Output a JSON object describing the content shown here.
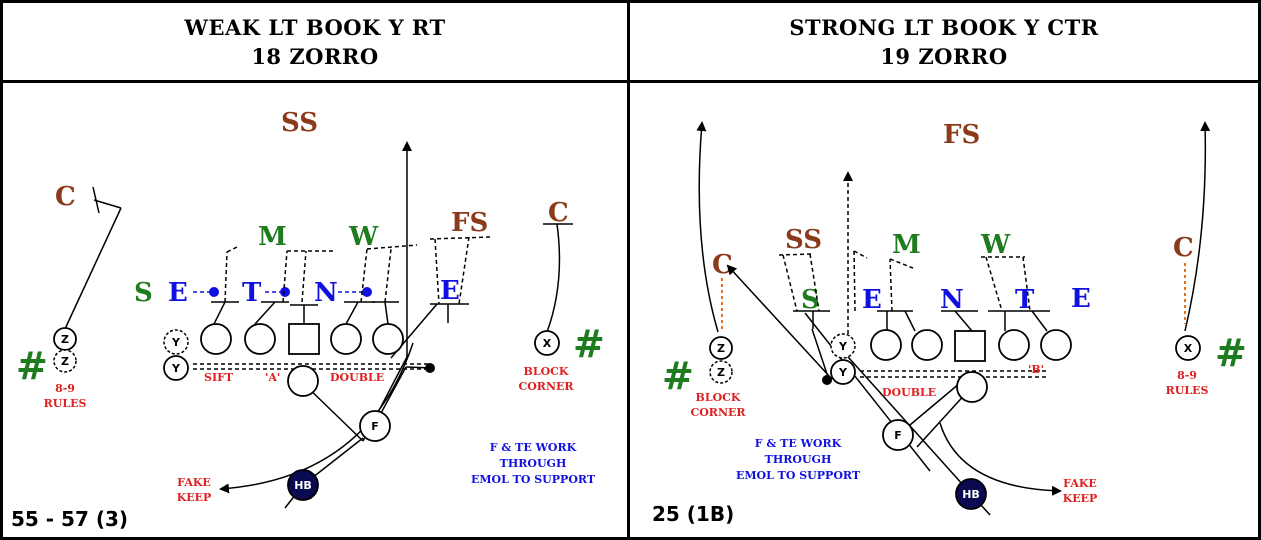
{
  "left": {
    "title1": "WEAK LT BOOK Y RT",
    "title2": "18 ZORRO",
    "defense": {
      "ss": "SS",
      "c_left": "C",
      "c_right": "C",
      "m": "M",
      "w": "W",
      "fs": "FS",
      "s": "S",
      "e1": "E",
      "t": "T",
      "n": "N",
      "e2": "E"
    },
    "players": {
      "z": "Z",
      "z_alt": "Z",
      "y": "Y",
      "y_alt": "Y",
      "x": "X",
      "f": "F",
      "hb": "HB"
    },
    "labels": {
      "rules": [
        "8-9",
        "RULES"
      ],
      "sift": "SIFT",
      "a": "'A'",
      "double": "DOUBLE",
      "block_corner": [
        "BLOCK",
        "CORNER"
      ],
      "fake_keep": [
        "FAKE",
        "KEEP"
      ],
      "work": [
        "F & TE WORK",
        "THROUGH",
        "EMOL TO SUPPORT"
      ],
      "hash": "#"
    },
    "footer": "55 - 57 (3)"
  },
  "right": {
    "title1": "STRONG LT BOOK Y CTR",
    "title2": "19 ZORRO",
    "defense": {
      "fs": "FS",
      "ss": "SS",
      "m": "M",
      "w": "W",
      "c_left": "C",
      "c_right": "C",
      "s": "S",
      "e1": "E",
      "n": "N",
      "t": "T",
      "e2": "E"
    },
    "players": {
      "z": "Z",
      "z_alt": "Z",
      "y": "Y",
      "y_alt": "Y",
      "x": "X",
      "f": "F",
      "hb": "HB"
    },
    "labels": {
      "block_corner": [
        "BLOCK",
        "CORNER"
      ],
      "double": "DOUBLE",
      "b": "'B'",
      "rules": [
        "8-9",
        "RULES"
      ],
      "work": [
        "F & TE WORK",
        "THROUGH",
        "EMOL TO SUPPORT"
      ],
      "fake_keep": [
        "FAKE",
        "KEEP"
      ],
      "hash": "#"
    },
    "footer": "25 (1B)"
  },
  "colors": {
    "brown": "#8B3A1A",
    "green": "#1E7B1E",
    "blue": "#1010E0",
    "red": "#E02020",
    "orange": "#E8701A",
    "navy": "#0A0A50"
  }
}
